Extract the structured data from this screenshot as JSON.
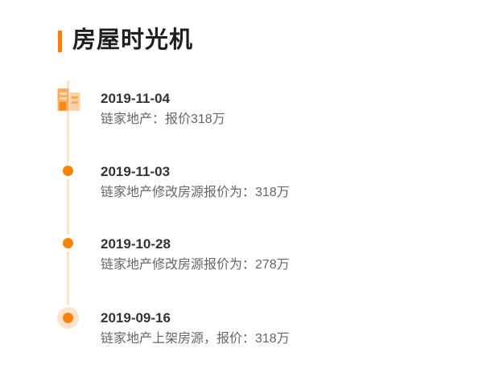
{
  "header": {
    "title": "房屋时光机",
    "accent_color": "#fb7d12"
  },
  "timeline": {
    "line_color": "#fae4c9",
    "dot_color": "#fe8201",
    "halo_color": "#fde3cb",
    "entries": [
      {
        "date": "2019-11-04",
        "description": "链家地产：报价318万",
        "marker": "building-icon"
      },
      {
        "date": "2019-11-03",
        "description": "链家地产修改房源报价为：318万",
        "marker": "dot"
      },
      {
        "date": "2019-10-28",
        "description": "链家地产修改房源报价为：278万",
        "marker": "dot"
      },
      {
        "date": "2019-09-16",
        "description": "链家地产上架房源，报价：318万",
        "marker": "dot-with-halo"
      }
    ]
  }
}
